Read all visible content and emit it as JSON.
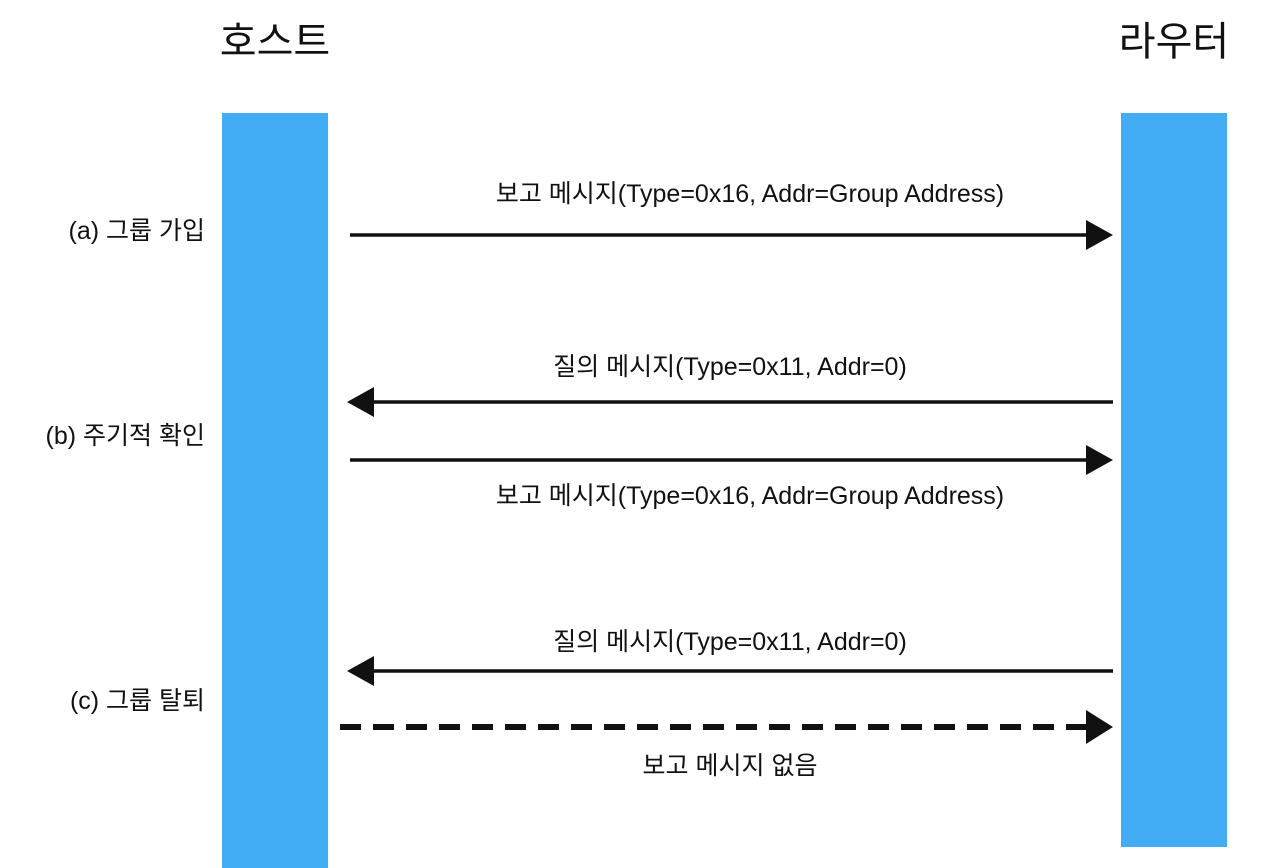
{
  "diagram": {
    "type": "sequence-diagram",
    "title_left": "호스트",
    "title_right": "라우터",
    "background_color": "#ffffff",
    "lifeline_color": "#42ADF5",
    "line_color": "#111111",
    "stages": [
      {
        "id": "a",
        "label": "(a) 그룹 가입"
      },
      {
        "id": "b",
        "label": "(b) 주기적 확인"
      },
      {
        "id": "c",
        "label": "(c) 그룹 탈퇴"
      }
    ],
    "messages": [
      {
        "id": "a-report",
        "text": "보고 메시지(Type=0x16, Addr=Group Address)",
        "direction": "host-to-router",
        "style": "solid"
      },
      {
        "id": "b-query",
        "text": "질의 메시지(Type=0x11, Addr=0)",
        "direction": "router-to-host",
        "style": "solid"
      },
      {
        "id": "b-report",
        "text": "보고 메시지(Type=0x16, Addr=Group Address)",
        "direction": "host-to-router",
        "style": "solid"
      },
      {
        "id": "c-query",
        "text": "질의 메시지(Type=0x11, Addr=0)",
        "direction": "router-to-host",
        "style": "solid"
      },
      {
        "id": "c-noreply",
        "text": "보고 메시지 없음",
        "direction": "host-to-router",
        "style": "dashed"
      }
    ]
  }
}
